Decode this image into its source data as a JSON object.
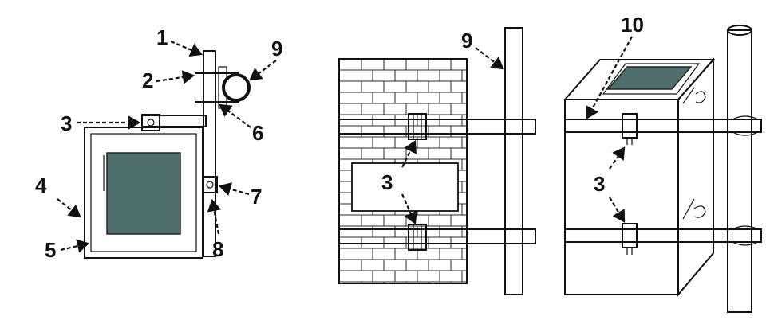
{
  "diagram": {
    "panels": [
      {
        "id": "panel-pole-mount-top-view",
        "callouts": [
          {
            "key": "c1",
            "text": "1"
          },
          {
            "key": "c2",
            "text": "2"
          },
          {
            "key": "c3",
            "text": "3"
          },
          {
            "key": "c4",
            "text": "4"
          },
          {
            "key": "c5",
            "text": "5"
          },
          {
            "key": "c6",
            "text": "6"
          },
          {
            "key": "c7",
            "text": "7"
          },
          {
            "key": "c8",
            "text": "8"
          },
          {
            "key": "c9",
            "text": "9"
          }
        ]
      },
      {
        "id": "panel-wall-mount",
        "callouts": [
          {
            "key": "c9",
            "text": "9"
          },
          {
            "key": "c3",
            "text": "3"
          }
        ]
      },
      {
        "id": "panel-pole-mount-perspective",
        "callouts": [
          {
            "key": "c10",
            "text": "10"
          },
          {
            "key": "c3",
            "text": "3"
          }
        ]
      }
    ],
    "colors": {
      "line": "#111111",
      "window_glass": "#4f6f6f",
      "frame_fill": "#eef2f4",
      "pole_fill": "#f4f4f4"
    }
  }
}
